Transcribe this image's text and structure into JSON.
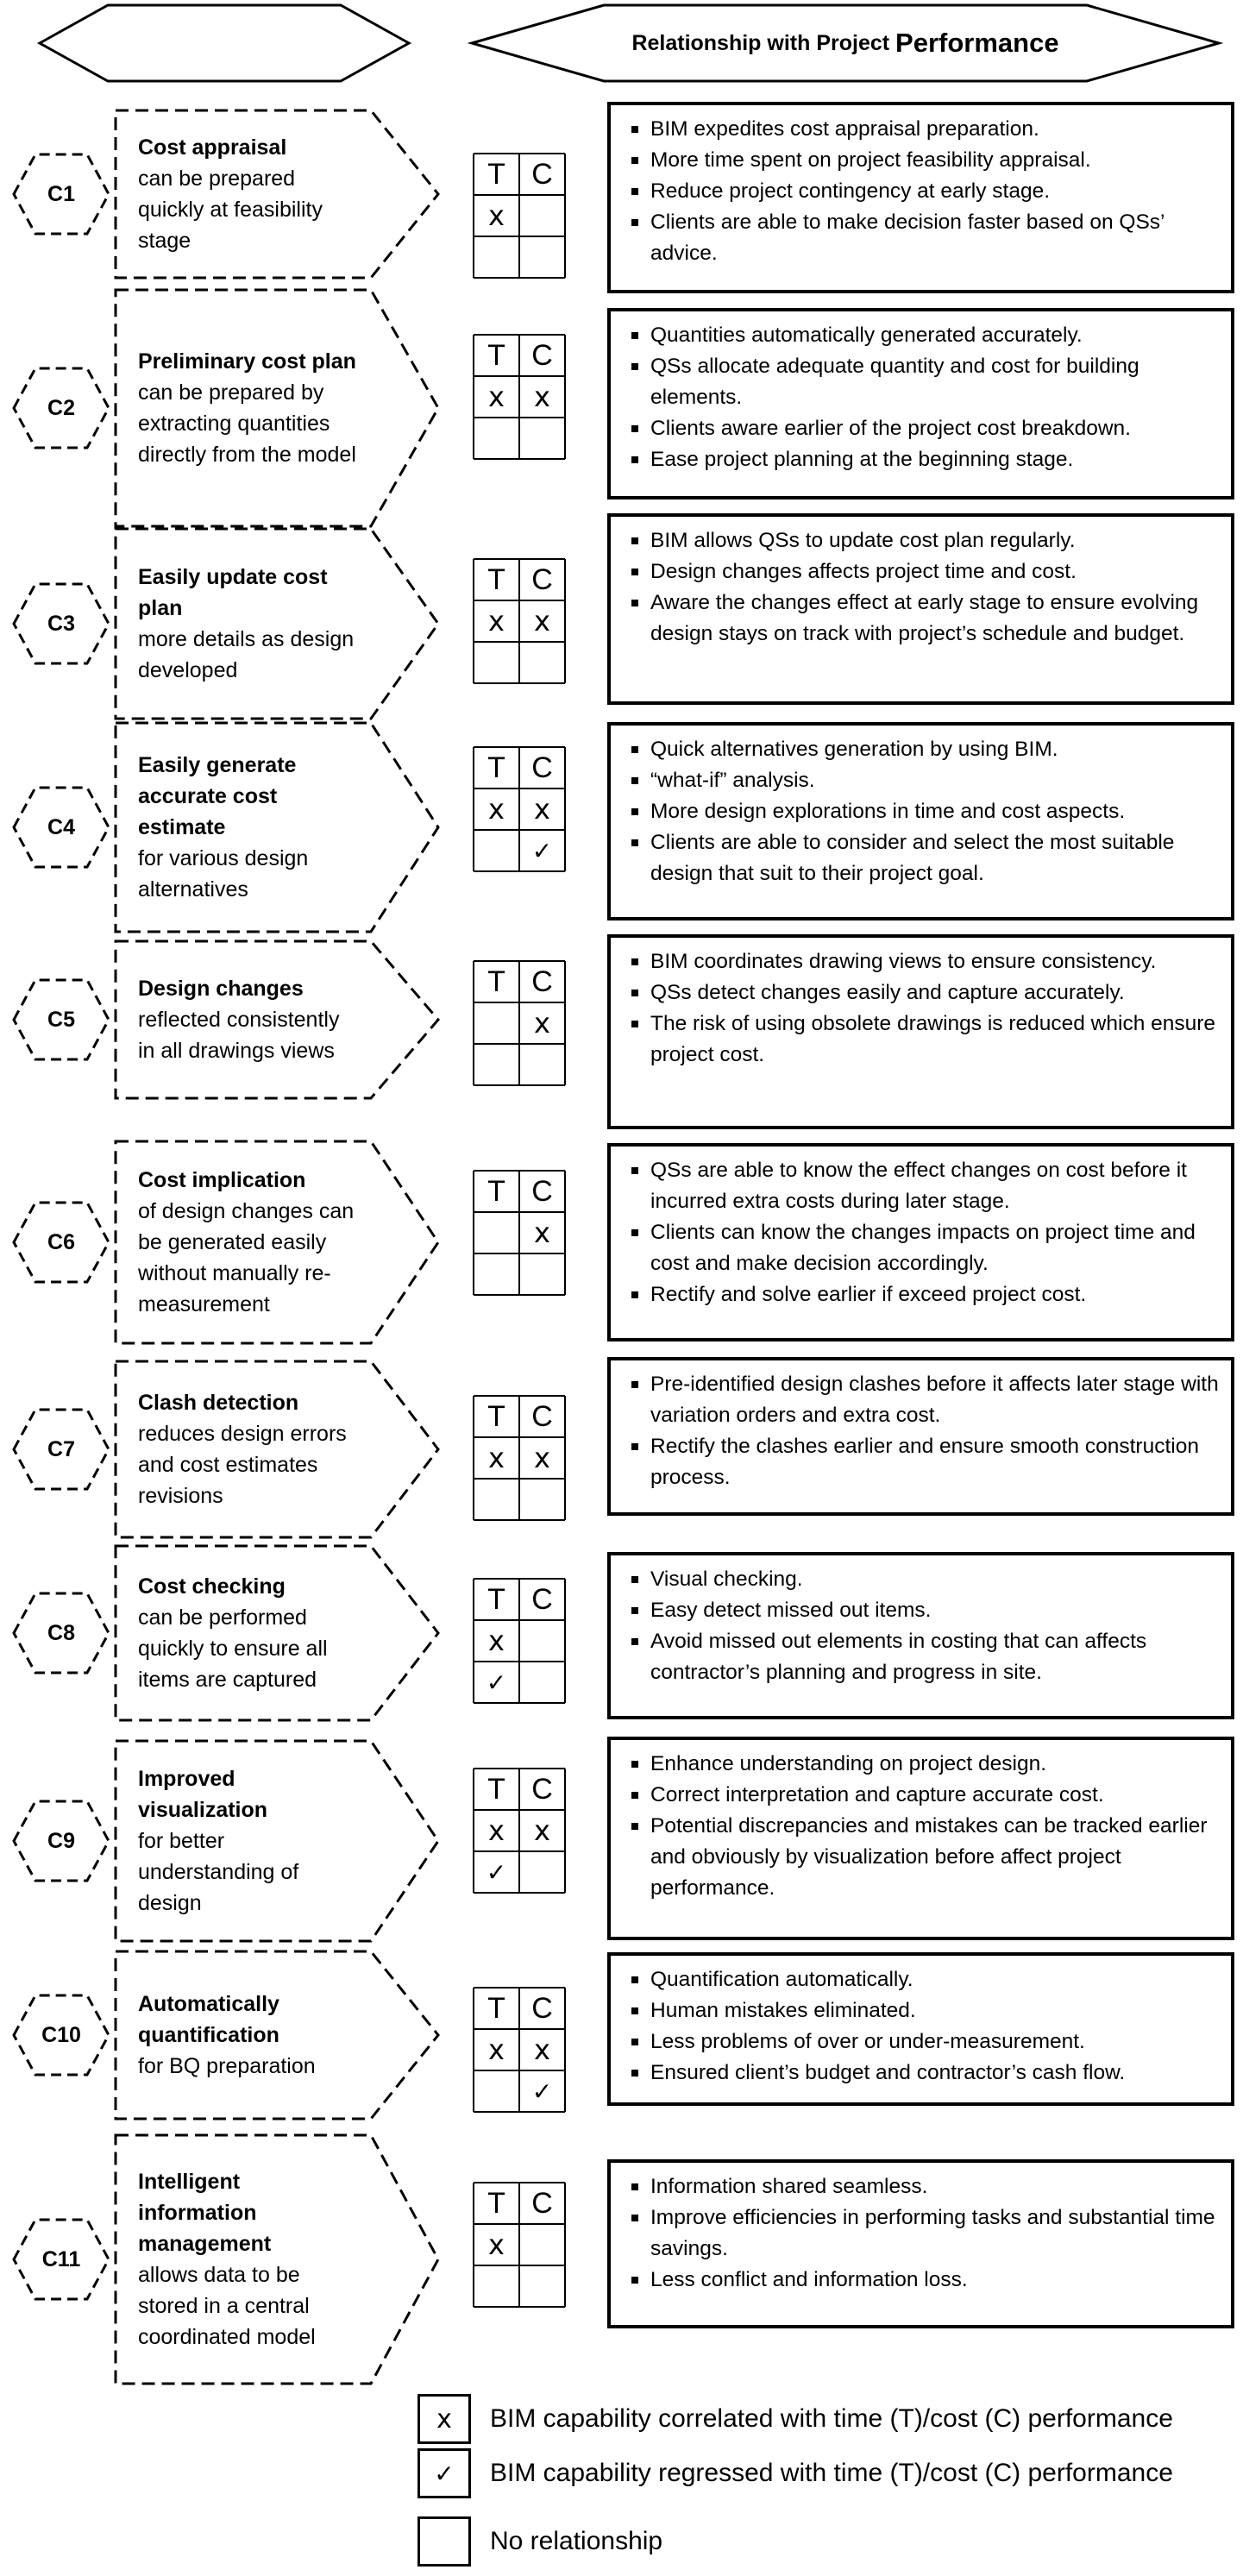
{
  "header": {
    "left_title": "BIM Capability",
    "right_title_prefix": "Relationship with Project ",
    "right_title_suffix": "Performance"
  },
  "table_headers": {
    "time": "T",
    "cost": "C"
  },
  "marks": {
    "correlated": "x",
    "regressed": "✓",
    "none": ""
  },
  "rows": [
    {
      "id": "C1",
      "bold": "Cost appraisal",
      "desc": "can be prepared quickly at feasibility stage",
      "title_lines": [
        {
          "t": "Cost appraisal",
          "b": true
        },
        {
          "t": "can be prepared",
          "b": false
        },
        {
          "t": "quickly at feasibility",
          "b": false
        },
        {
          "t": "stage",
          "b": false
        }
      ],
      "grid": {
        "T1": "x",
        "C1": "",
        "T2": "",
        "C2": ""
      },
      "points": [
        "BIM expedites cost appraisal preparation.",
        "More time spent on project feasibility appraisal.",
        "Reduce project contingency at early stage.",
        "Clients are able to make decision faster based on QSs’ advice."
      ]
    },
    {
      "id": "C2",
      "bold": "Preliminary cost plan",
      "desc": "can be prepared by extracting quantities directly from the model",
      "title_lines": [
        {
          "t": "Preliminary cost plan",
          "b": true
        },
        {
          "t": "can be prepared by",
          "b": false
        },
        {
          "t": "extracting quantities",
          "b": false
        },
        {
          "t": "directly from the model",
          "b": false
        }
      ],
      "grid": {
        "T1": "x",
        "C1": "x",
        "T2": "",
        "C2": ""
      },
      "points": [
        "Quantities automatically generated accurately.",
        "QSs allocate adequate quantity and cost for building elements.",
        "Clients aware earlier of the project cost breakdown.",
        "Ease project planning at the beginning stage."
      ]
    },
    {
      "id": "C3",
      "bold": "Easily update cost plan",
      "desc": "more details as design developed",
      "title_lines": [
        {
          "t": "Easily update cost",
          "b": true
        },
        {
          "t": "plan",
          "b": true
        },
        {
          "t": "more details as design",
          "b": false
        },
        {
          "t": "developed",
          "b": false
        }
      ],
      "grid": {
        "T1": "x",
        "C1": "x",
        "T2": "",
        "C2": ""
      },
      "points": [
        "BIM allows QSs to update cost plan regularly.",
        "Design changes affects project time and cost.",
        "Aware the changes effect at early stage to ensure evolving design stays on track with project’s schedule and budget."
      ]
    },
    {
      "id": "C4",
      "bold": "Easily generate accurate cost estimate",
      "desc": "for various design alternatives",
      "title_lines": [
        {
          "t": "Easily generate",
          "b": true
        },
        {
          "t": "accurate cost",
          "b": true
        },
        {
          "t": "estimate",
          "b": true
        },
        {
          "t": "for various design",
          "b": false
        },
        {
          "t": "alternatives",
          "b": false
        }
      ],
      "grid": {
        "T1": "x",
        "C1": "x",
        "T2": "",
        "C2": "✓"
      },
      "points": [
        "Quick alternatives generation by using BIM.",
        "“what-if” analysis.",
        "More design explorations in time and cost aspects.",
        "Clients are able to consider and select the most suitable design that suit to their project goal."
      ]
    },
    {
      "id": "C5",
      "bold": "Design changes",
      "desc": "reflected consistently in all drawings views",
      "title_lines": [
        {
          "t": "Design changes",
          "b": true
        },
        {
          "t": "reflected consistently",
          "b": false
        },
        {
          "t": "in all drawings views",
          "b": false
        }
      ],
      "grid": {
        "T1": "",
        "C1": "x",
        "T2": "",
        "C2": ""
      },
      "points": [
        "BIM coordinates drawing views to ensure consistency.",
        "QSs detect changes easily and capture accurately.",
        "The risk of using obsolete drawings is reduced which ensure project cost."
      ]
    },
    {
      "id": "C6",
      "bold": "Cost implication",
      "desc": "of design changes can be generated easily without manually re-measurement",
      "title_lines": [
        {
          "t": "Cost implication",
          "b": true
        },
        {
          "t": "of design changes can",
          "b": false
        },
        {
          "t": "be generated easily",
          "b": false
        },
        {
          "t": "without manually re-",
          "b": false
        },
        {
          "t": "measurement",
          "b": false
        }
      ],
      "grid": {
        "T1": "",
        "C1": "x",
        "T2": "",
        "C2": ""
      },
      "points": [
        "QSs are able to know the effect changes on cost before it incurred extra costs during later stage.",
        "Clients can know the changes impacts on project time and cost and make decision accordingly.",
        "Rectify and solve earlier if exceed project cost."
      ]
    },
    {
      "id": "C7",
      "bold": "Clash detection",
      "desc": "reduces design errors and cost estimates revisions",
      "title_lines": [
        {
          "t": "Clash detection",
          "b": true
        },
        {
          "t": "reduces design errors",
          "b": false
        },
        {
          "t": "and cost estimates",
          "b": false
        },
        {
          "t": "revisions",
          "b": false
        }
      ],
      "grid": {
        "T1": "x",
        "C1": "x",
        "T2": "",
        "C2": ""
      },
      "points": [
        "Pre-identified design clashes before it affects later stage with variation orders and extra cost.",
        "Rectify the clashes earlier and ensure smooth construction process."
      ]
    },
    {
      "id": "C8",
      "bold": "Cost checking",
      "desc": "can be performed quickly to ensure all items are captured",
      "title_lines": [
        {
          "t": "Cost checking",
          "b": true
        },
        {
          "t": "can be performed",
          "b": false
        },
        {
          "t": "quickly to ensure all",
          "b": false
        },
        {
          "t": "items are captured",
          "b": false
        }
      ],
      "grid": {
        "T1": "x",
        "C1": "",
        "T2": "✓",
        "C2": ""
      },
      "points": [
        "Visual checking.",
        "Easy detect missed out items.",
        "Avoid missed out elements in costing that can affects contractor’s planning and progress in site."
      ]
    },
    {
      "id": "C9",
      "bold": "Improved visualization",
      "desc": "for better understanding of design",
      "title_lines": [
        {
          "t": "Improved",
          "b": true
        },
        {
          "t": "visualization",
          "b": true
        },
        {
          "t": "for better",
          "b": false
        },
        {
          "t": "understanding of",
          "b": false
        },
        {
          "t": "design",
          "b": false
        }
      ],
      "grid": {
        "T1": "x",
        "C1": "x",
        "T2": "✓",
        "C2": ""
      },
      "points": [
        "Enhance understanding on project design.",
        "Correct interpretation and capture accurate cost.",
        "Potential discrepancies and mistakes can be tracked earlier and obviously by visualization before affect project performance."
      ]
    },
    {
      "id": "C10",
      "bold": "Automatically quantification",
      "desc": "for BQ preparation",
      "title_lines": [
        {
          "t": "Automatically",
          "b": true
        },
        {
          "t": "quantification",
          "b": true
        },
        {
          "t": "for BQ preparation",
          "b": false
        }
      ],
      "grid": {
        "T1": "x",
        "C1": "x",
        "T2": "",
        "C2": "✓"
      },
      "points": [
        "Quantification automatically.",
        "Human mistakes eliminated.",
        "Less problems of over or under-measurement.",
        "Ensured client’s budget and contractor’s cash flow."
      ]
    },
    {
      "id": "C11",
      "bold": "Intelligent information management",
      "desc": "allows data to be stored in a central coordinated model",
      "title_lines": [
        {
          "t": "Intelligent",
          "b": true
        },
        {
          "t": "information",
          "b": true
        },
        {
          "t": "management",
          "b": true
        },
        {
          "t": "allows data to be",
          "b": false
        },
        {
          "t": "stored in a central",
          "b": false
        },
        {
          "t": "coordinated model",
          "b": false
        }
      ],
      "grid": {
        "T1": "x",
        "C1": "",
        "T2": "",
        "C2": ""
      },
      "points": [
        "Information shared seamless.",
        "Improve efficiencies in performing tasks and substantial time savings.",
        "Less conflict and information loss."
      ]
    }
  ],
  "legend": [
    {
      "mark": "x",
      "text": "BIM capability correlated with time (T)/cost (C) performance"
    },
    {
      "mark": "✓",
      "text": "BIM capability regressed with time (T)/cost (C) performance"
    },
    {
      "mark": "",
      "text": "No relationship"
    }
  ]
}
